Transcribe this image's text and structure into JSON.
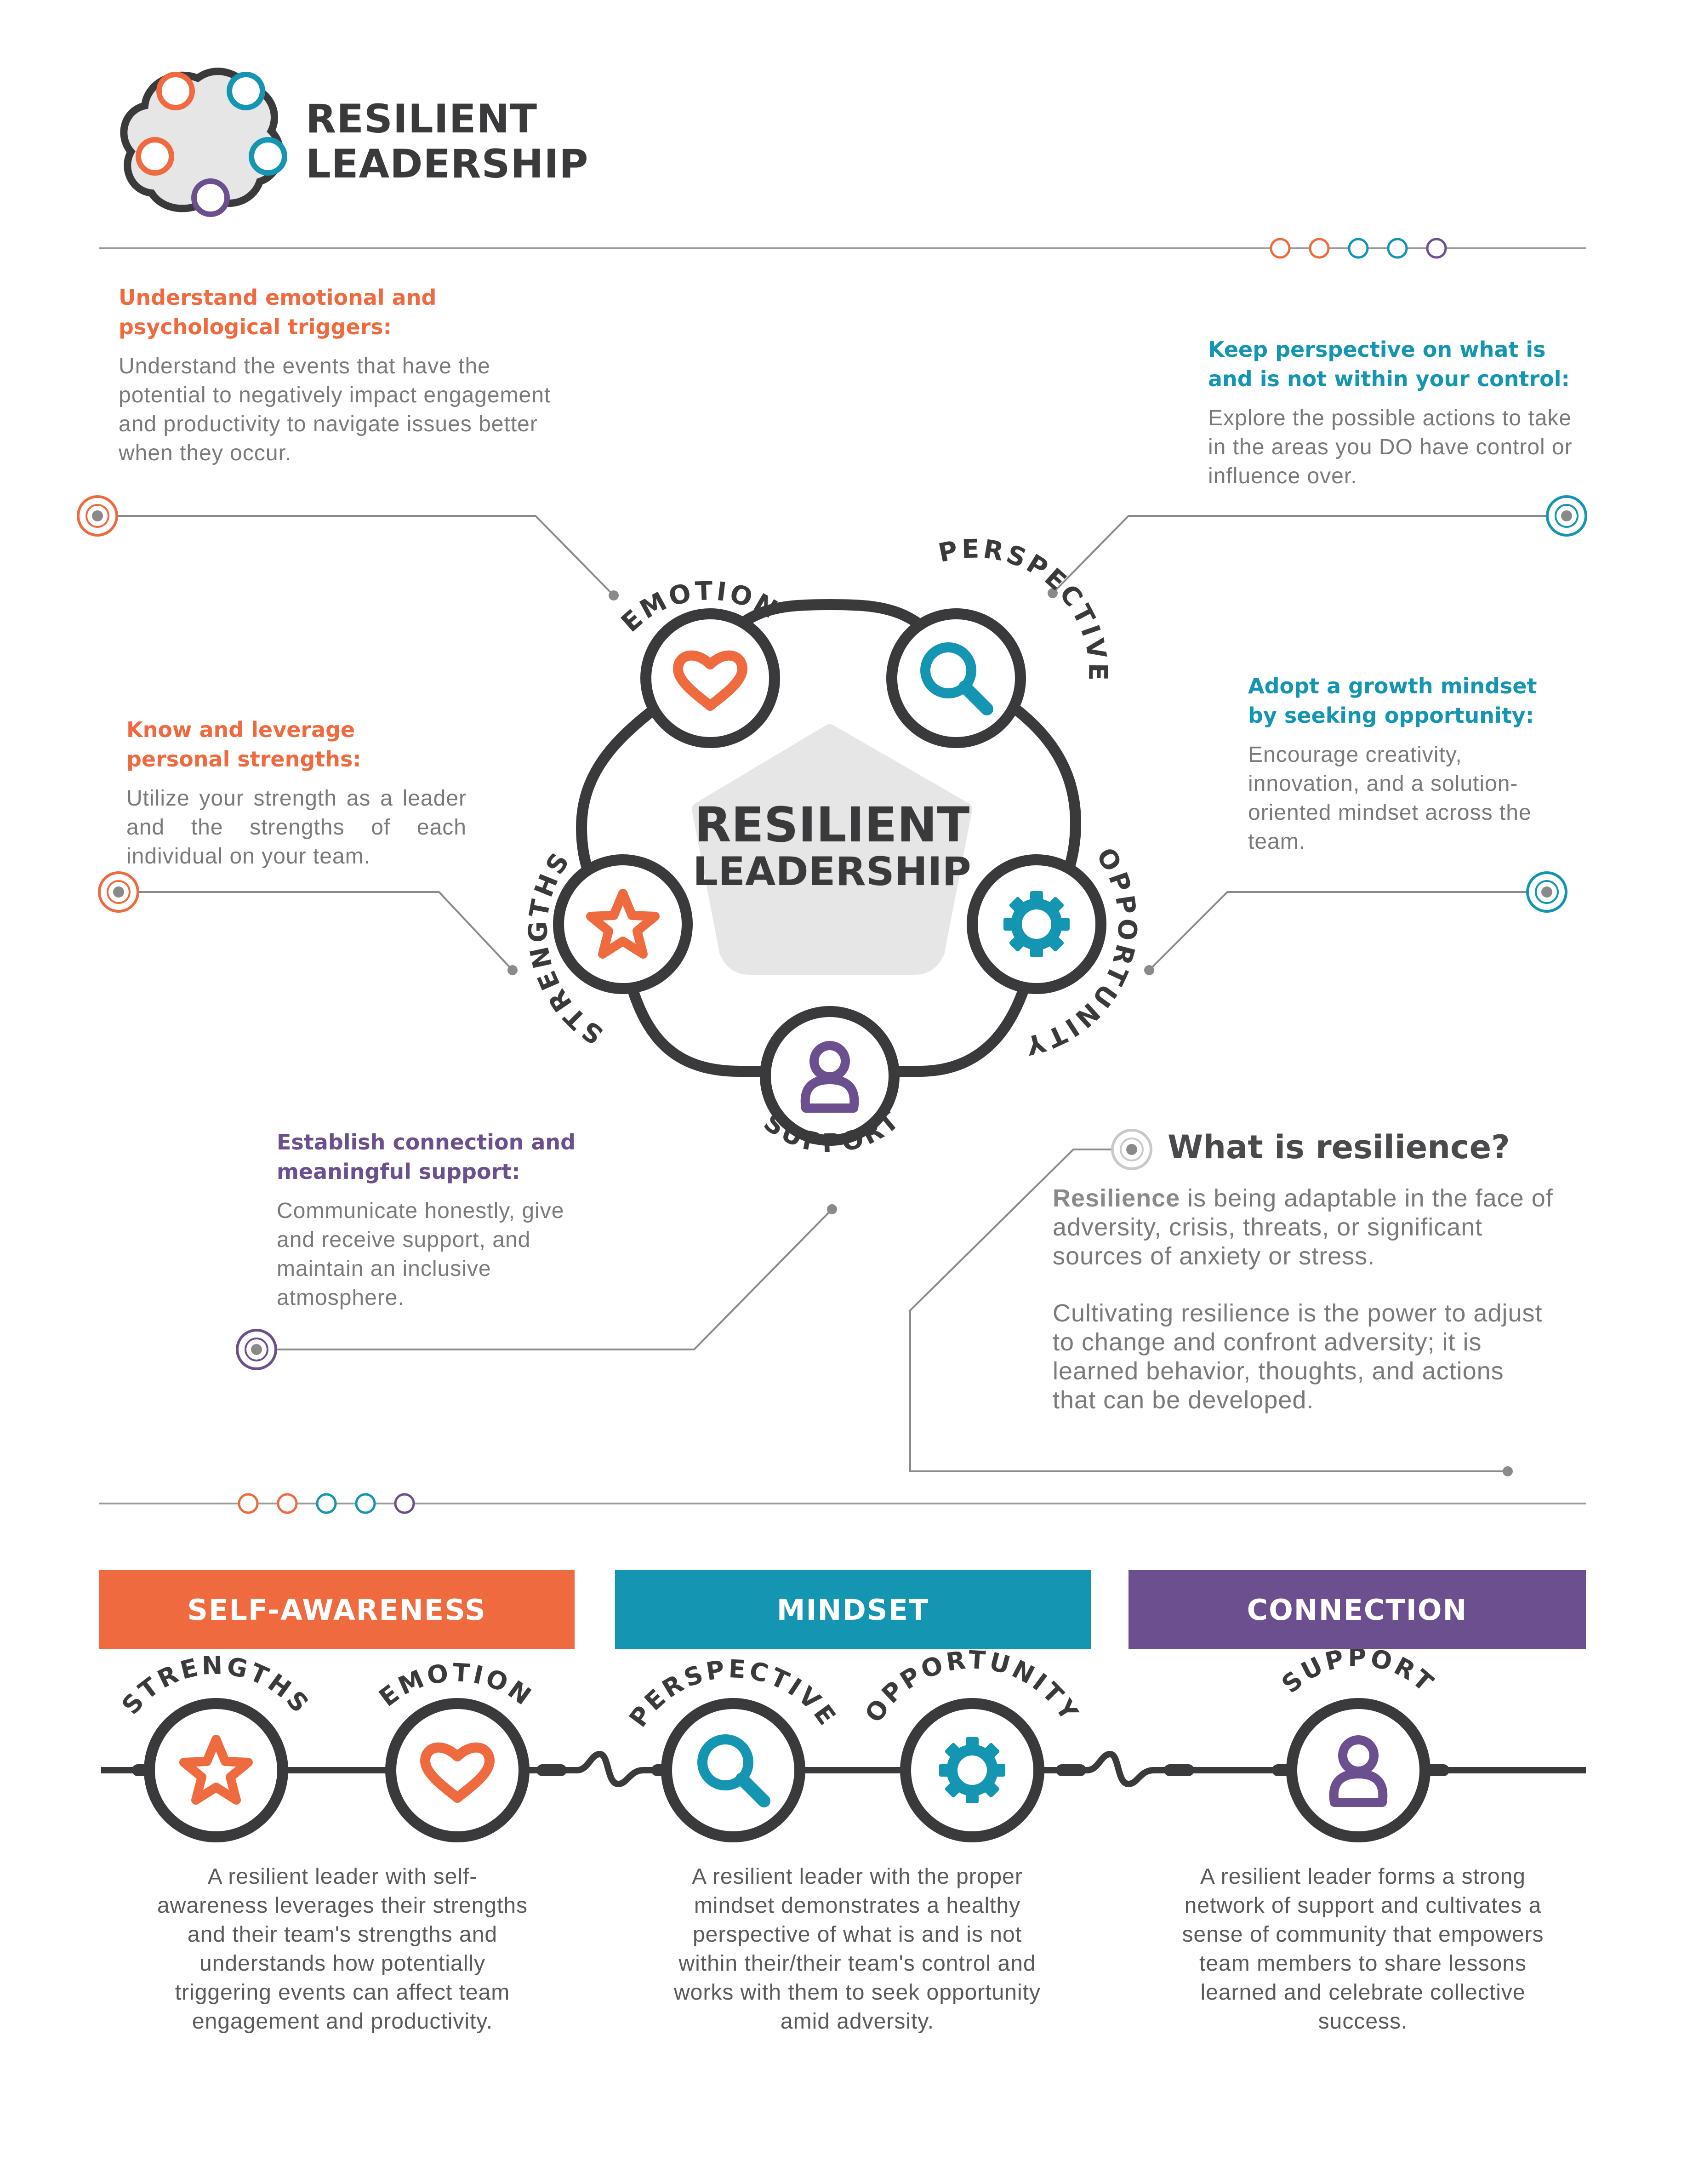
{
  "header": {
    "title_line1": "RESILIENT",
    "title_line2": "LEADERSHIP"
  },
  "center": {
    "title_line1": "RESILIENT",
    "title_line2": "LEADERSHIP"
  },
  "nodes": {
    "emotion": "EMOTION",
    "perspective": "PERSPECTIVE",
    "opportunity": "OPPORTUNITY",
    "support": "SUPPORT",
    "strengths": "STRENGTHS"
  },
  "callouts": {
    "emotion": {
      "heading": "Understand emotional and psychological triggers:",
      "body": "Understand the events that have the potential to negatively impact engagement and productivity to navigate issues better when they occur."
    },
    "perspective": {
      "heading": "Keep perspective on what is and is not within your control:",
      "body": "Explore the possible actions to take in the areas you DO have control or influence over."
    },
    "opportunity": {
      "heading": "Adopt a growth mindset by seeking opportunity:",
      "body": "Encourage creativity, innovation, and a solution-oriented mindset across the team."
    },
    "strengths": {
      "heading": "Know and leverage personal strengths:",
      "body": "Utilize your strength as a leader and the strengths of each individual on your team."
    },
    "support": {
      "heading": "Establish connection and meaningful support:",
      "body": "Communicate honestly, give and receive support, and maintain an inclusive atmosphere."
    }
  },
  "resilience": {
    "title": "What is resilience?",
    "para1_bold": "Resilience",
    "para1_rest": " is being adaptable in the face of adversity, crisis, threats, or significant sources of anxiety or stress.",
    "para2": "Cultivating resilience is the power to adjust to change and confront adversity; it is learned behavior, thoughts, and actions that can be developed."
  },
  "categories": [
    {
      "label": "SELF-AWARENESS",
      "color": "#ef6a3f",
      "description": "A resilient leader with self-awareness leverages their strengths and their team's strengths and understands how potentially triggering events can affect team engagement and productivity."
    },
    {
      "label": "MINDSET",
      "color": "#1496b2",
      "description": "A resilient leader with the proper mindset demonstrates a healthy perspective of what is and is not within their/their team's control and works with them to seek opportunity amid adversity."
    },
    {
      "label": "CONNECTION",
      "color": "#6b4f8e",
      "description": "A resilient leader forms a strong network of support and cultivates a sense of community that empowers team members to share lessons learned and celebrate collective success."
    }
  ],
  "icons": {
    "emotion": "heart-icon",
    "perspective": "magnifier-icon",
    "opportunity": "gear-icon",
    "support": "person-icon",
    "strengths": "star-icon"
  },
  "colors": {
    "orange": "#ef6a3f",
    "teal": "#1496b2",
    "purple": "#6b4f8e",
    "dark": "#3a3a3c",
    "gray": "#7a7a7c"
  }
}
